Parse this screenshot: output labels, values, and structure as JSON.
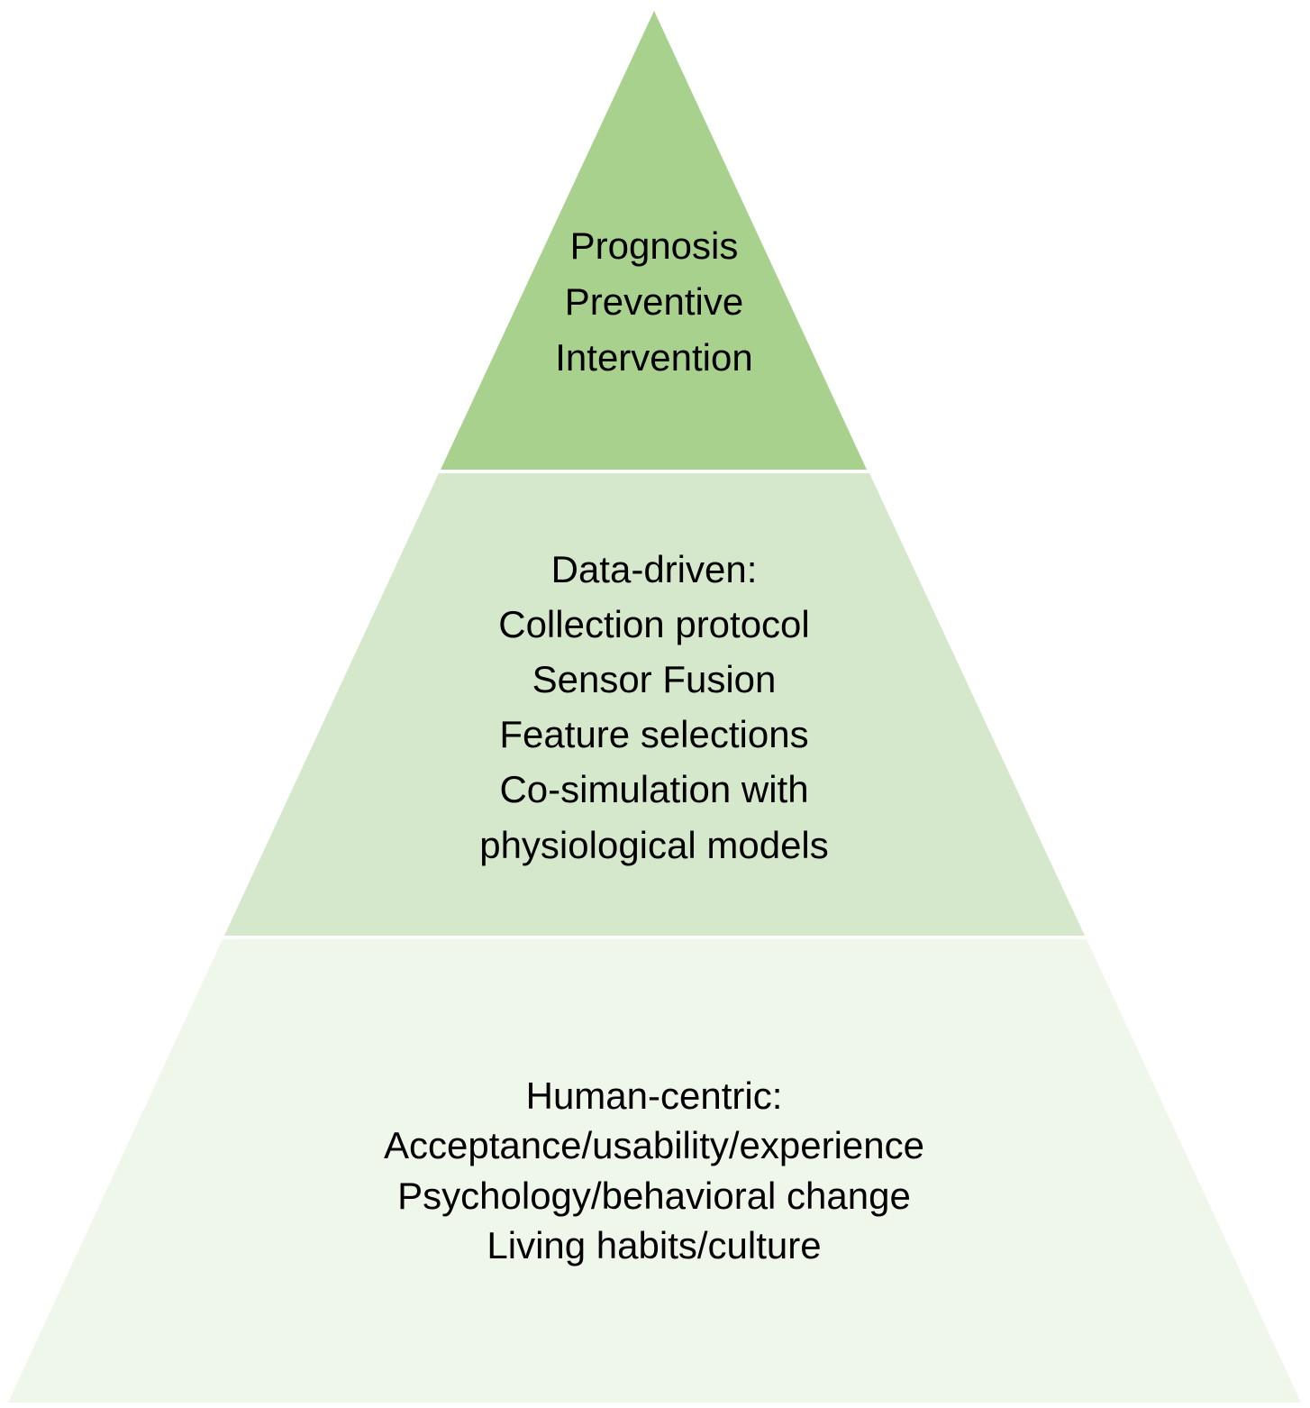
{
  "diagram": {
    "tiers": [
      {
        "id": "top",
        "color": "#a9d18e",
        "lines": [
          "Prognosis",
          "Preventive",
          "Intervention"
        ]
      },
      {
        "id": "middle",
        "color": "#d5e8cb",
        "lines": [
          "Data-driven:",
          "Collection protocol",
          "Sensor Fusion",
          "Feature selections",
          "Co-simulation with",
          "physiological models"
        ]
      },
      {
        "id": "bottom",
        "color": "#eff6ea",
        "lines": [
          "Human-centric:",
          "Acceptance/usability/experience",
          "Psychology/behavioral change",
          "Living habits/culture"
        ]
      }
    ]
  }
}
